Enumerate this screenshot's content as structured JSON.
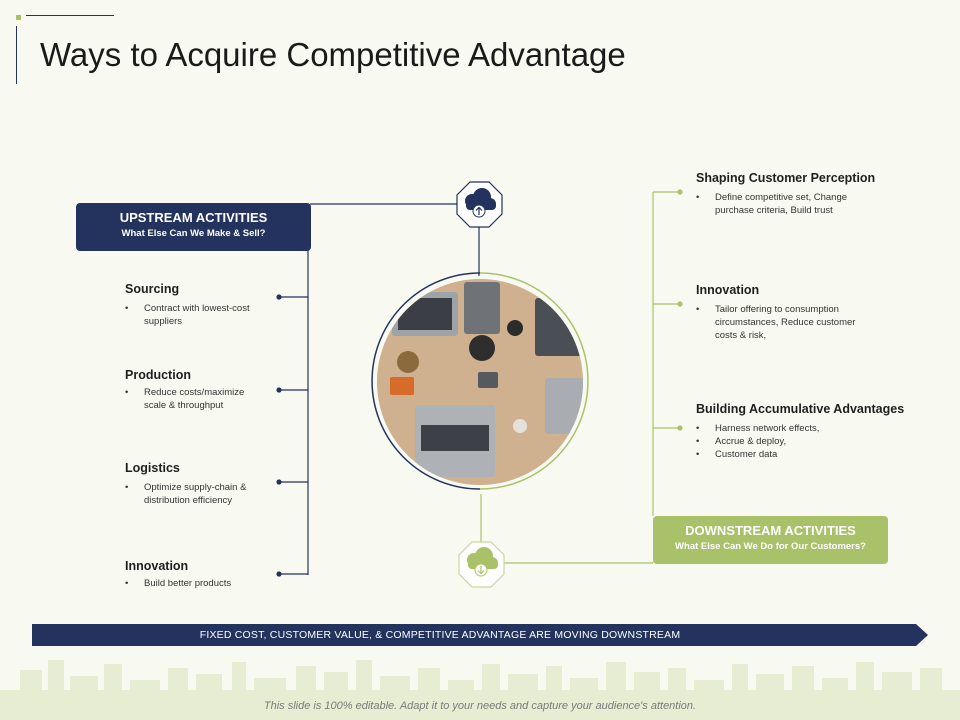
{
  "title": "Ways to Acquire Competitive Advantage",
  "upstream": {
    "title": "UPSTREAM ACTIVITIES",
    "subtitle": "What Else Can We Make & Sell?"
  },
  "downstream": {
    "title": "DOWNSTREAM ACTIVITIES",
    "subtitle": "What Else Can We Do for Our Customers?"
  },
  "left_items": [
    {
      "heading": "Sourcing",
      "bullets": [
        "Contract with lowest-cost",
        "suppliers"
      ]
    },
    {
      "heading": "Production",
      "bullets": [
        "Reduce costs/maximize",
        "scale & throughput"
      ]
    },
    {
      "heading": "Logistics",
      "bullets": [
        "Optimize supply-chain &",
        "distribution efficiency"
      ]
    },
    {
      "heading": "Innovation",
      "bullets": [
        "Build better products"
      ]
    }
  ],
  "right_items": [
    {
      "heading": "Shaping Customer Perception",
      "bullets": [
        "Define competitive set, Change",
        "purchase criteria, Build trust"
      ]
    },
    {
      "heading": "Innovation",
      "bullets": [
        "Tailor offering to consumption",
        "circumstances, Reduce customer",
        "costs & risk,"
      ]
    },
    {
      "heading": "Building Accumulative Advantages",
      "bullets": [
        "Harness network effects,",
        "Accrue & deploy,",
        "Customer data"
      ]
    }
  ],
  "bottom_arrow_text": "FIXED COST, CUSTOMER VALUE, & COMPETITIVE  ADVANTAGE ARE MOVING DOWNSTREAM",
  "footer": "This slide is 100% editable. Adapt it to your needs and capture your audience's attention.",
  "icons": {
    "top": "cloud-upload-icon",
    "bottom": "cloud-download-icon"
  },
  "colors": {
    "navy": "#23335e",
    "green": "#a9c26a",
    "light_green": "#c9d8a0"
  }
}
